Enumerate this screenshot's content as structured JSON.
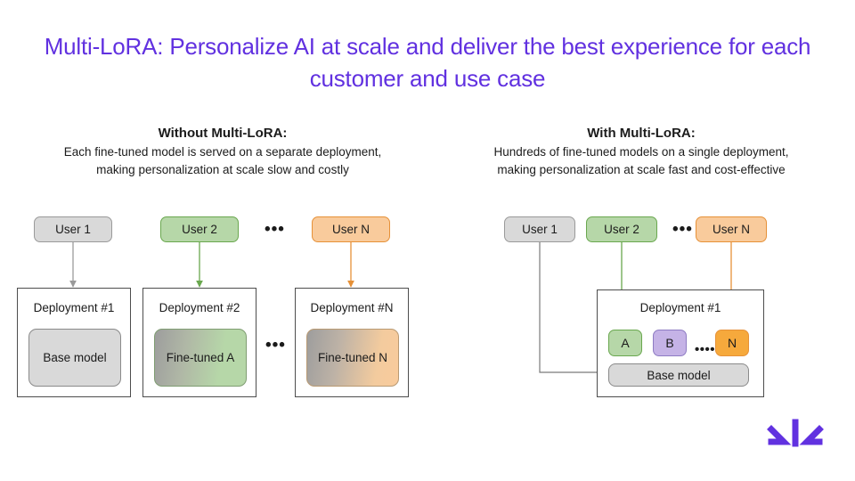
{
  "slide": {
    "title": "Multi-LoRA: Personalize AI at scale and deliver the best experience for each customer and use case",
    "title_color": "#6131e0",
    "background": "#ffffff"
  },
  "left_panel": {
    "heading": "Without Multi-LoRA:",
    "subheading_line1": "Each fine-tuned model is served on a separate deployment,",
    "subheading_line2": "making personalization at scale slow and costly",
    "users": [
      {
        "label": "User 1",
        "color": "#d9d9d9",
        "border": "#9a9a9a",
        "arrow_color": "#9a9a9a"
      },
      {
        "label": "User 2",
        "color": "#b6d7a8",
        "border": "#6aa84f",
        "arrow_color": "#6aa84f"
      },
      {
        "label": "User N",
        "color": "#f9cb9c",
        "border": "#e69138",
        "arrow_color": "#e69138"
      }
    ],
    "users_ellipsis": "•••",
    "deployments": [
      {
        "label": "Deployment #1",
        "model": "Base model",
        "model_style": "gray"
      },
      {
        "label": "Deployment #2",
        "model": "Fine-tuned A",
        "model_style": "green"
      },
      {
        "label": "Deployment #N",
        "model": "Fine-tuned N",
        "model_style": "orange"
      }
    ],
    "deployments_ellipsis": "•••"
  },
  "right_panel": {
    "heading": "With Multi-LoRA:",
    "subheading_line1": "Hundreds of fine-tuned models on a single deployment,",
    "subheading_line2": "making personalization at scale fast and cost-effective",
    "users": [
      {
        "label": "User 1",
        "color": "#d9d9d9",
        "border": "#9a9a9a",
        "arrow_color": "#7a7a7a"
      },
      {
        "label": "User 2",
        "color": "#b6d7a8",
        "border": "#6aa84f",
        "arrow_color": "#6aa84f"
      },
      {
        "label": "User N",
        "color": "#f9cb9c",
        "border": "#e69138",
        "arrow_color": "#e69138"
      }
    ],
    "users_ellipsis": "•••",
    "deployment": {
      "label": "Deployment #1",
      "adapters": [
        {
          "label": "A",
          "color": "#b6d7a8",
          "border": "#6aa84f"
        },
        {
          "label": "B",
          "color": "#c5b3e6",
          "border": "#8e7cc3"
        },
        {
          "label": "N",
          "color": "#f6a93c",
          "border": "#e69138"
        }
      ],
      "adapters_ellipsis": "••••",
      "base_model": "Base model"
    }
  },
  "logo": {
    "name": "predibase-logo",
    "color": "#6131e0"
  }
}
